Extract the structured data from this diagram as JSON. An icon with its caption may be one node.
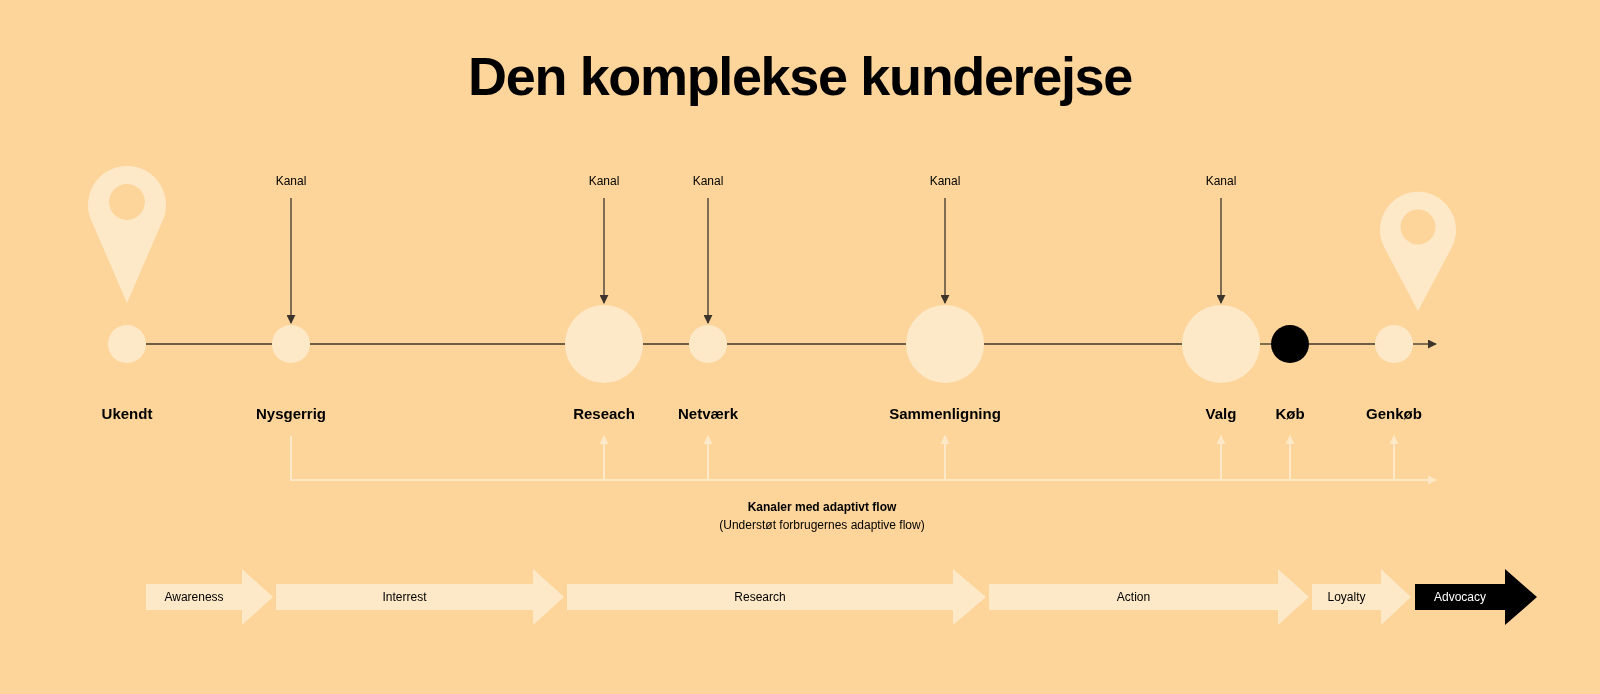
{
  "diagram": {
    "title": "Den komplekse kunderejse",
    "nodes": [
      {
        "text": [
          "Ukendt"
        ]
      },
      {
        "text": [
          "Nysgerrig"
        ]
      },
      {
        "text": [
          "Reseach"
        ]
      },
      {
        "text": [
          "Netværk"
        ]
      },
      {
        "text": [
          "Sammenligning"
        ]
      },
      {
        "text": [
          "Valg"
        ]
      },
      {
        "text": [
          "Køb"
        ]
      },
      {
        "text": [
          "Genkøb"
        ]
      },
      {
        "text": [
          "Kanal"
        ]
      },
      {
        "text": [
          "Kanal"
        ]
      },
      {
        "text": [
          "Kanal"
        ]
      },
      {
        "text": [
          "Kanal"
        ]
      },
      {
        "text": [
          "Kanal"
        ]
      },
      {
        "text": [
          "Awareness"
        ]
      },
      {
        "text": [
          "Interrest"
        ]
      },
      {
        "text": [
          "Research"
        ]
      },
      {
        "text": [
          "Action"
        ]
      },
      {
        "text": [
          "Loyalty"
        ]
      },
      {
        "text": [
          "Advocacy"
        ]
      }
    ],
    "edges": [
      {
        "from": 0,
        "to": 1,
        "arrow": "none"
      },
      {
        "from": 1,
        "to": 2,
        "arrow": "none"
      },
      {
        "from": 2,
        "to": 3,
        "arrow": "none"
      },
      {
        "from": 3,
        "to": 4,
        "arrow": "none"
      },
      {
        "from": 4,
        "to": 5,
        "arrow": "none"
      },
      {
        "from": 5,
        "to": 6,
        "arrow": "none"
      },
      {
        "from": 6,
        "to": 7,
        "arrow": "none"
      },
      {
        "from": 7,
        "to": null,
        "arrow": "to"
      },
      {
        "from": 8,
        "to": 1,
        "arrow": "to"
      },
      {
        "from": 9,
        "to": 2,
        "arrow": "to"
      },
      {
        "from": 10,
        "to": 3,
        "arrow": "to"
      },
      {
        "from": 11,
        "to": 4,
        "arrow": "to"
      },
      {
        "from": 12,
        "to": 5,
        "arrow": "to"
      },
      {
        "from": 1,
        "to": 2,
        "arrow": "to",
        "color": "#fde9c8"
      },
      {
        "from": 1,
        "to": 3,
        "arrow": "to",
        "color": "#fde9c8"
      },
      {
        "from": 1,
        "to": 4,
        "arrow": "to",
        "color": "#fde9c8"
      },
      {
        "from": 1,
        "to": 5,
        "arrow": "to",
        "color": "#fde9c8"
      },
      {
        "from": 1,
        "to": 6,
        "arrow": "to",
        "color": "#fde9c8"
      },
      {
        "from": 1,
        "to": 7,
        "arrow": "to",
        "color": "#fde9c8"
      },
      {
        "from": 1,
        "to": null,
        "arrow": "to",
        "color": "#fde9c8"
      }
    ],
    "labels": [
      "Kanaler med adaptivt flow",
      "(Understøt forbrugernes adaptive flow)"
    ]
  }
}
